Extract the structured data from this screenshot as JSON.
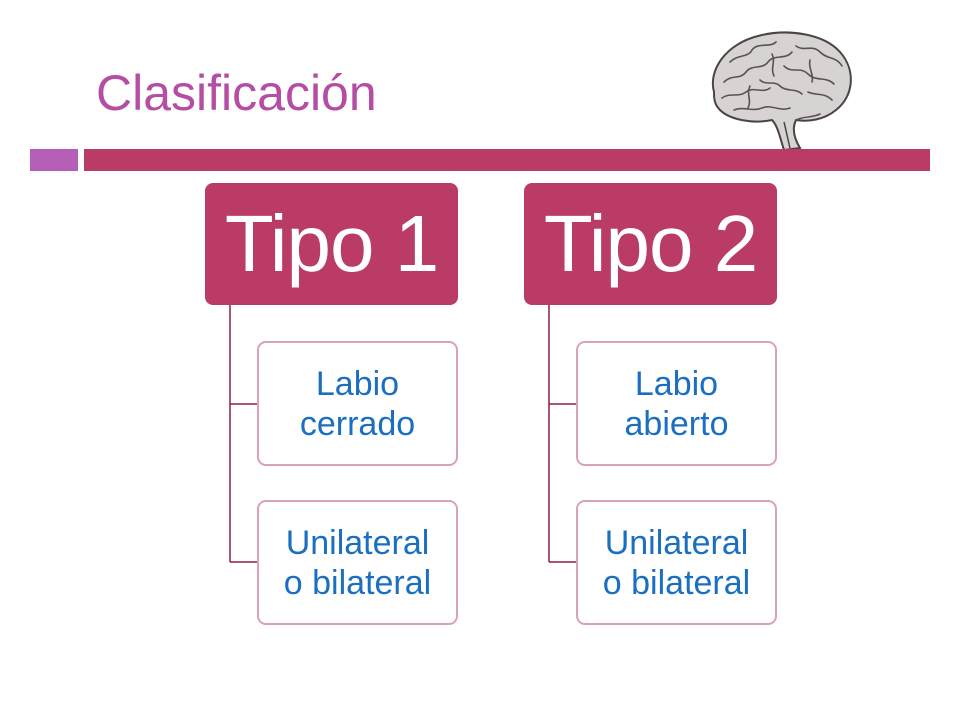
{
  "slide": {
    "title": "Clasificación"
  },
  "theme": {
    "title_color": "#b54da4",
    "accent_square_color": "#b55fb9",
    "accent_bar_color": "#b93b66",
    "header_fill": "#b93b66",
    "child_border": "#d9a2b7",
    "child_text_color": "#1b6fc1",
    "connector_color": "#8b1d4a"
  },
  "brain_image": {
    "icon": "brain-illustration-icon"
  },
  "groups": [
    {
      "header": "Tipo 1",
      "children": [
        {
          "line1": "Labio",
          "line2": "cerrado"
        },
        {
          "line1": "Unilateral",
          "line2": "o bilateral"
        }
      ]
    },
    {
      "header": "Tipo 2",
      "children": [
        {
          "line1": "Labio",
          "line2": "abierto"
        },
        {
          "line1": "Unilateral",
          "line2": "o bilateral"
        }
      ]
    }
  ]
}
